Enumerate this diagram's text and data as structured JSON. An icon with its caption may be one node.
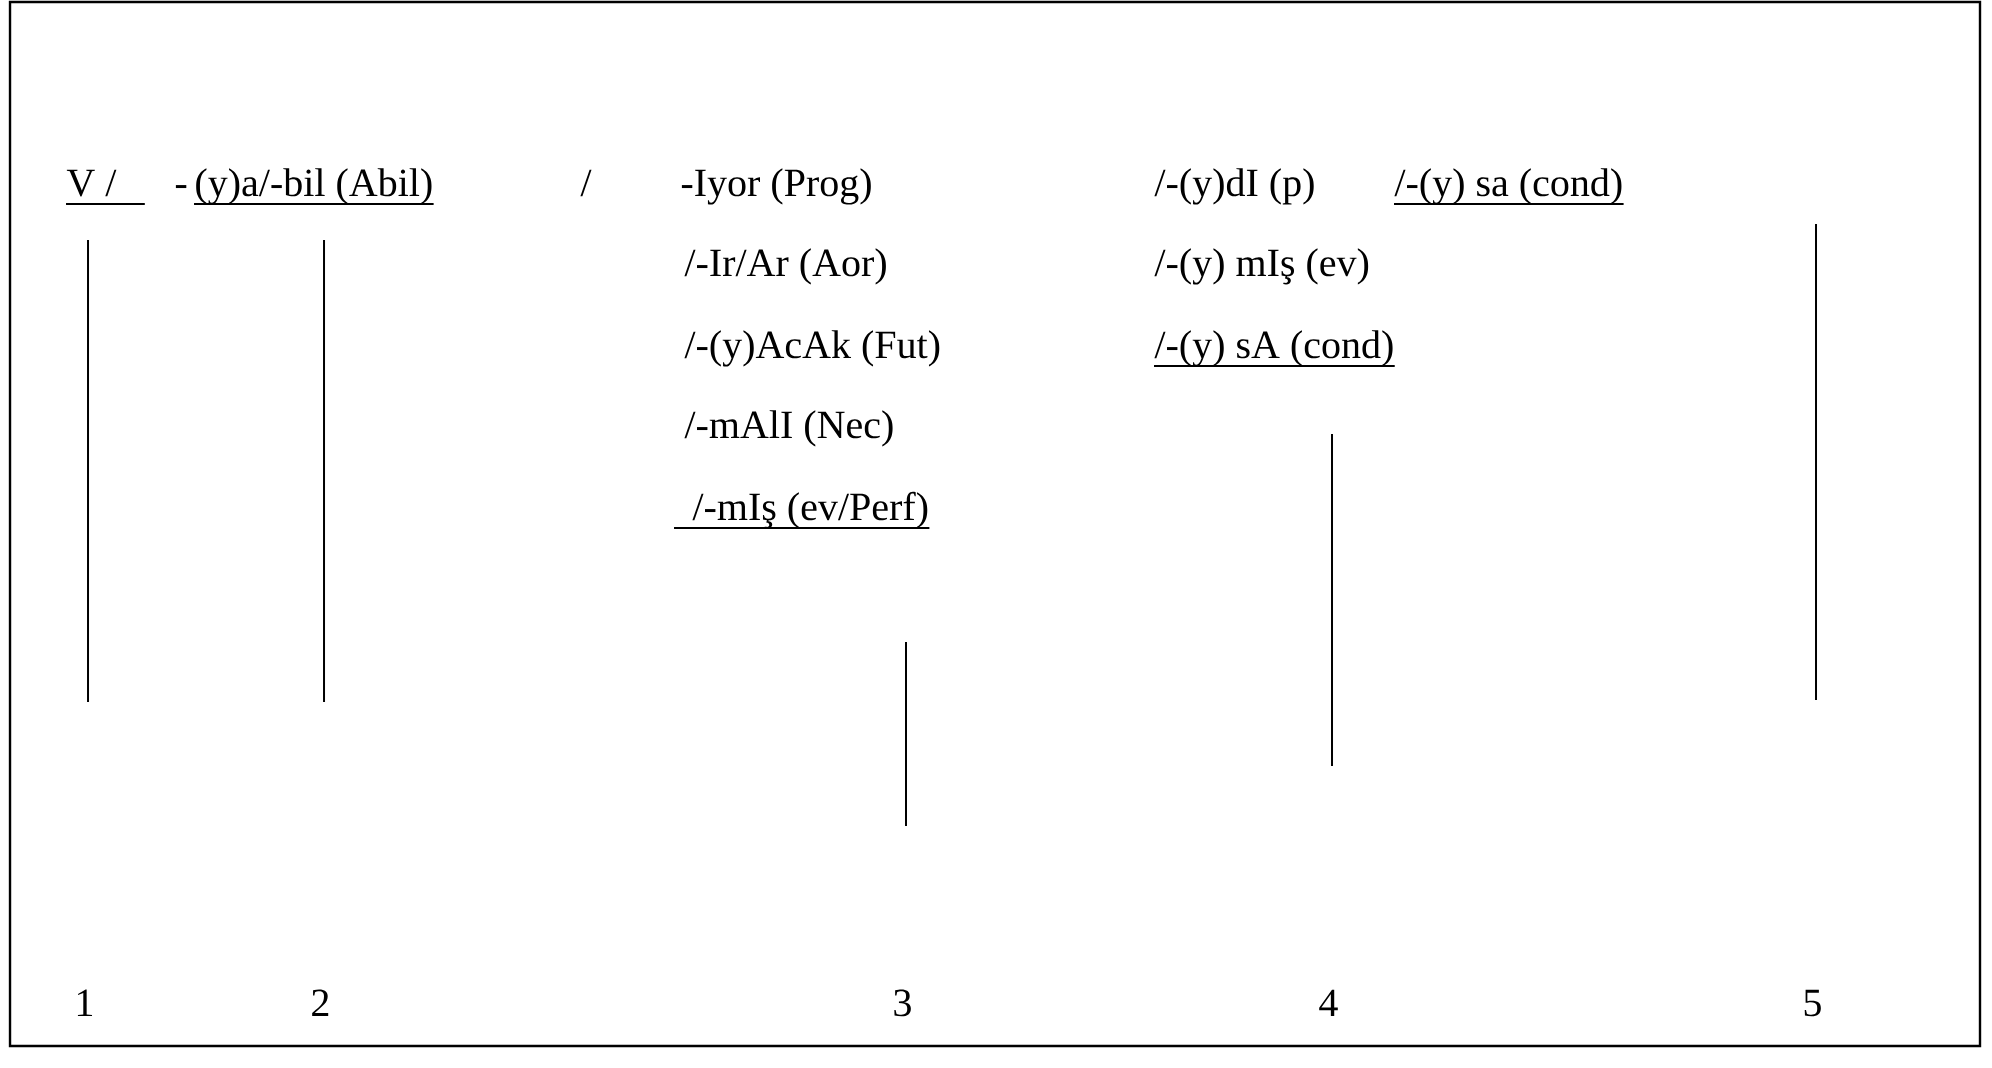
{
  "diagram": {
    "labels": [
      "V /",
      "-",
      "(y)a/-bil (Abil)",
      "/",
      "-Iyor (Prog)",
      "/-(y)dI (p)",
      "/-(y) sa (cond)",
      "/-Ir/Ar (Aor)",
      "/-(y) mIş (ev)",
      "/-(y)AcAk (Fut)",
      "/-(y) sA (cond)",
      "/-mAlI (Nec)",
      "/-mIş (ev/Perf)",
      "1",
      "2",
      "3",
      "4",
      "5"
    ]
  }
}
